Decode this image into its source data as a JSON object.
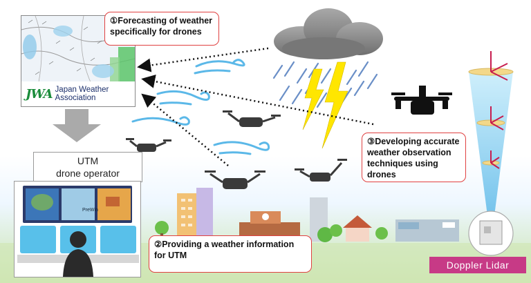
{
  "callouts": {
    "forecasting": "①Forecasting of weather specifically for drones",
    "providing": "②Providing a weather information for UTM",
    "developing": "③Developing accurate weather observation techniques using drones"
  },
  "logo": {
    "mark": "JWA",
    "name": "Japan Weather Association"
  },
  "utm": {
    "line1": "UTM",
    "line2": "drone operator"
  },
  "screen_label": "PreWin",
  "doppler_label": "Doppler Lidar",
  "colors": {
    "callout_border": "#e04040",
    "doppler_bg": "#c73a86",
    "logo_green": "#1a8c3a",
    "lightning": "#ffe600",
    "wind": "#5bb8e8",
    "lidar_cone": "#8fd3f4"
  }
}
